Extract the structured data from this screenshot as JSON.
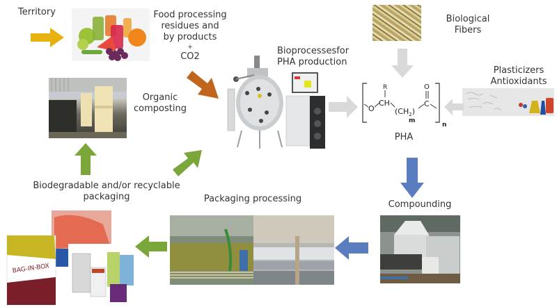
{
  "diagram": {
    "title": "PHA bioplastic production and packaging life cycle",
    "nodes": {
      "territory": {
        "label": "Territory"
      },
      "food_residues": {
        "label_lines": [
          "Food processing",
          "residues and",
          "by products",
          "+",
          "CO2"
        ]
      },
      "bioprocesses": {
        "label_lines": [
          "Bioprocessesfor",
          "PHA production"
        ]
      },
      "biological_fibers": {
        "label_lines": [
          "Biological",
          "Fibers"
        ]
      },
      "plasticizers": {
        "label_lines": [
          "Plasticizers",
          "Antioxidants"
        ]
      },
      "pha": {
        "label": "PHA",
        "formula": {
          "substituent": "R",
          "oxygen": "O",
          "ch": "CH",
          "chain": "(CH",
          "chain_sub": "2",
          "chain_close": ")",
          "m": "m",
          "carbonyl_o": "O",
          "carbon": "C",
          "n": "n"
        }
      },
      "compounding": {
        "label": "Compounding"
      },
      "packaging_processing": {
        "label": "Packaging processing"
      },
      "packaging": {
        "label_lines": [
          "Biodegradable and/or recyclable",
          "packaging"
        ]
      },
      "composting": {
        "label_lines": [
          "Organic",
          "composting"
        ]
      },
      "products_brand": {
        "label": "BAG-IN-BOX"
      }
    },
    "arrows": [
      {
        "from": "territory",
        "to": "food_residues",
        "color": "#e8b20e"
      },
      {
        "from": "food_residues",
        "to": "bioprocesses",
        "color": "#c0651c"
      },
      {
        "from": "bioprocesses",
        "to": "pha",
        "color": "#d9d9d9"
      },
      {
        "from": "biological_fibers",
        "to": "pha",
        "color": "#d9d9d9"
      },
      {
        "from": "plasticizers",
        "to": "pha",
        "color": "#d9d9d9"
      },
      {
        "from": "pha",
        "to": "compounding",
        "color": "#5a7dc0"
      },
      {
        "from": "compounding",
        "to": "packaging_processing",
        "color": "#5a7dc0"
      },
      {
        "from": "packaging_processing",
        "to": "packaging",
        "color": "#7aa63a"
      },
      {
        "from": "packaging",
        "to": "composting",
        "color": "#7aa63a"
      },
      {
        "from": "packaging",
        "to": "bioprocesses",
        "color": "#7aa63a"
      }
    ]
  }
}
